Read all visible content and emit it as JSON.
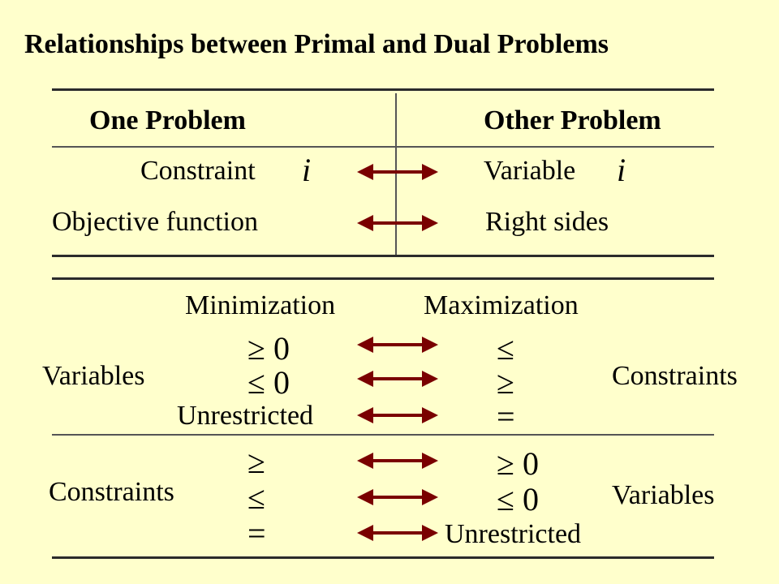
{
  "title": "Relationships between Primal and Dual Problems",
  "table1": {
    "header_left": "One Problem",
    "header_right": "Other Problem",
    "row1_left": "Constraint",
    "row1_left_var": "i",
    "row1_right": "Variable",
    "row1_right_var": "i",
    "row2_left": "Objective function",
    "row2_right": "Right sides"
  },
  "table2": {
    "header_left": "Minimization",
    "header_right": "Maximization",
    "section1": {
      "left_label": "Variables",
      "right_label": "Constraints",
      "left_items": [
        "≥ 0",
        "≤ 0",
        "Unrestricted"
      ],
      "right_items": [
        "≤",
        "≥",
        "="
      ]
    },
    "section2": {
      "left_label": "Constraints",
      "right_label": "Variables",
      "left_items": [
        "≥",
        "≤",
        "="
      ],
      "right_items": [
        "≥ 0",
        "≤ 0",
        "Unrestricted"
      ]
    }
  },
  "colors": {
    "background": "#ffffcc",
    "arrow": "#7a0000",
    "rule": "#2b2b2b"
  }
}
